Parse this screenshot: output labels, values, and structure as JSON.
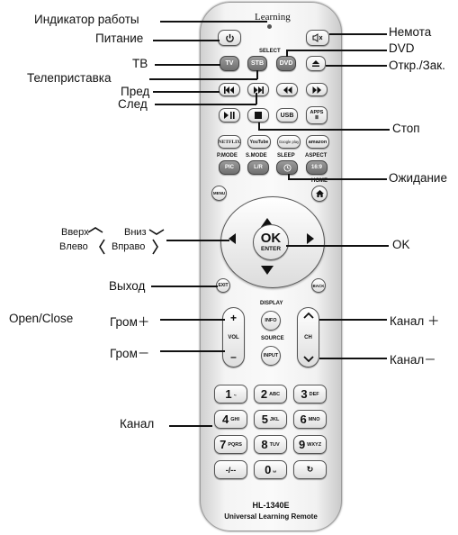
{
  "labels": {
    "power_indicator": "Индикатор работы",
    "power": "Питание",
    "tv": "ТВ",
    "set_top_box": "Телеприставка",
    "prev": "Пред",
    "next": "След",
    "up": "Вверх",
    "down": "Вниз",
    "left": "Влево",
    "right": "Вправо",
    "exit": "Выход",
    "open_close": "Open/Close",
    "vol_up": "Гром＋",
    "vol_down": "Гром－",
    "number_pad": "Канал",
    "mute": "Немота",
    "dvd": "DVD",
    "eject": "Откр./Зак.",
    "stop": "Стоп",
    "standby": "Ожидание",
    "ok": "OK",
    "ch_up": "Канал ＋",
    "ch_down": "Канал－"
  },
  "remote": {
    "brand": "Learning",
    "select": "SELECT",
    "tv": "TV",
    "stb": "STB",
    "dvd": "DVD",
    "usb": "USB",
    "apps_top": "APPS",
    "apps_bottom": "Ⅲ",
    "netflix": "NETFLIX",
    "youtube": "YouTube",
    "google_play": "Google play",
    "amazon": "amazon",
    "pmode": "P.MODE",
    "smode": "S.MODE",
    "sleep": "SLEEP",
    "aspect": "ASPECT",
    "pic": "PIC",
    "lr": "L/R",
    "ratio": "16:9",
    "menu": "MENU",
    "home": "HOME",
    "ok": "OK",
    "enter": "ENTER",
    "exit": "EXIT",
    "back": "BACK",
    "display": "DISPLAY",
    "info": "INFO",
    "source": "SOURCE",
    "input": "INPUT",
    "vol": "VOL",
    "ch": "CH",
    "plus": "+",
    "minus": "–",
    "keys": [
      {
        "digit": "1",
        "sub": ".,"
      },
      {
        "digit": "2",
        "sub": "ABC"
      },
      {
        "digit": "3",
        "sub": "DEF"
      },
      {
        "digit": "4",
        "sub": "GHI"
      },
      {
        "digit": "5",
        "sub": "JKL"
      },
      {
        "digit": "6",
        "sub": "MNO"
      },
      {
        "digit": "7",
        "sub": "PQRS"
      },
      {
        "digit": "8",
        "sub": "TUV"
      },
      {
        "digit": "9",
        "sub": "WXYZ"
      },
      {
        "digit": "-/--",
        "sub": ""
      },
      {
        "digit": "0",
        "sub": "␣"
      },
      {
        "digit": "↻",
        "sub": ""
      }
    ],
    "model": "HL-1340E",
    "model_name": "Universal Learning Remote"
  }
}
